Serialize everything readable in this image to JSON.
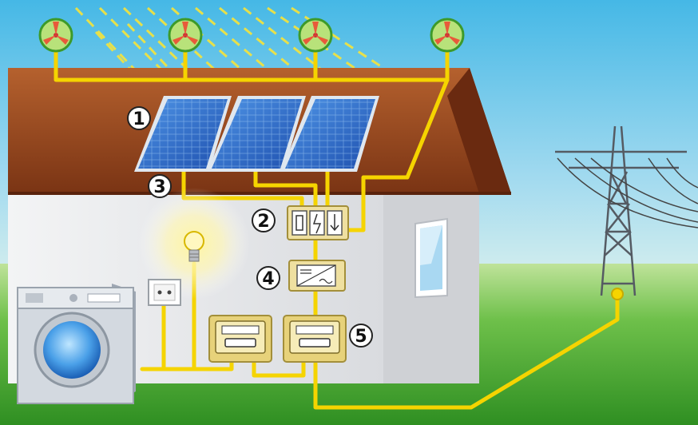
{
  "diagram": {
    "callouts": [
      {
        "id": "panels",
        "label": "1"
      },
      {
        "id": "junction",
        "label": "2"
      },
      {
        "id": "wiring",
        "label": "3"
      },
      {
        "id": "inverter",
        "label": "4"
      },
      {
        "id": "meters",
        "label": "5"
      }
    ],
    "colors": {
      "sky": "#6ec7ea",
      "grass": "#4aa42c",
      "roof": "#9a4a1e",
      "wall": "#e9eaec",
      "wire": "#f5d400",
      "panel": "#2a6fcf",
      "meter": "#e7d27a"
    },
    "icons": [
      "wind-turbine-icon",
      "solar-panel-icon",
      "light-bulb-icon",
      "power-outlet-icon",
      "washing-machine-icon",
      "power-pylon-icon",
      "electric-meter-icon",
      "inverter-icon",
      "junction-box-icon"
    ]
  }
}
